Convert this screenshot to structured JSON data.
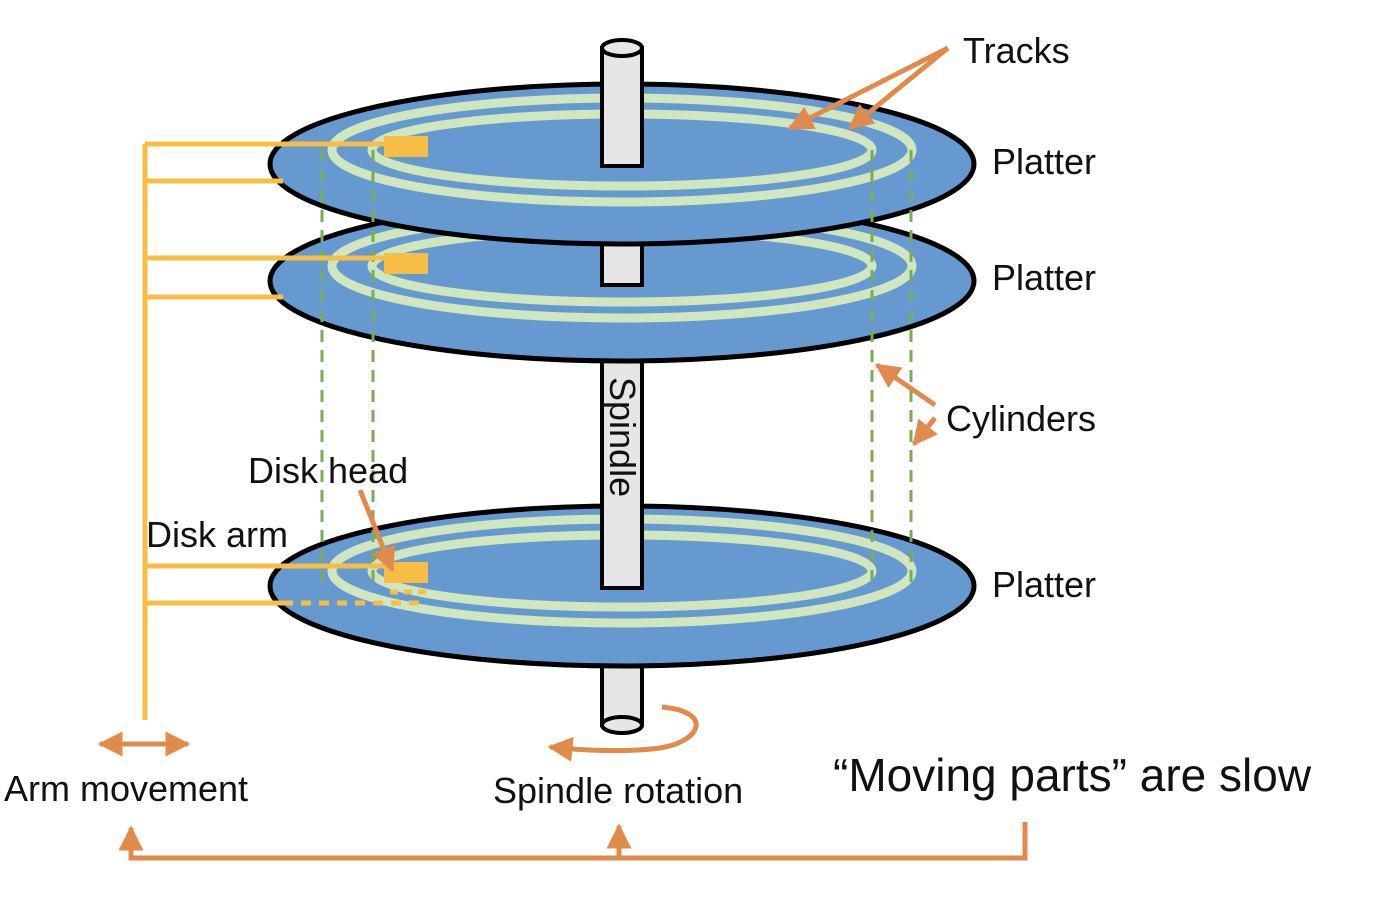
{
  "labels": {
    "tracks": "Tracks",
    "platter_top": "Platter",
    "platter_middle": "Platter",
    "platter_bottom": "Platter",
    "cylinders": "Cylinders",
    "spindle": "Spindle",
    "disk_head": "Disk head",
    "disk_arm": "Disk arm",
    "arm_movement": "Arm movement",
    "spindle_rotation": "Spindle rotation",
    "moving_parts": "“Moving parts” are slow"
  },
  "colors": {
    "platter_fill": "#6699d0",
    "platter_outline": "#000000",
    "track": "#cfe6bf",
    "arm": "#f6be45",
    "cylinder_guide": "#79ad54",
    "callout": "#e08a4c",
    "spindle_fill": "#e6e6e6",
    "spindle_outline": "#000000"
  }
}
